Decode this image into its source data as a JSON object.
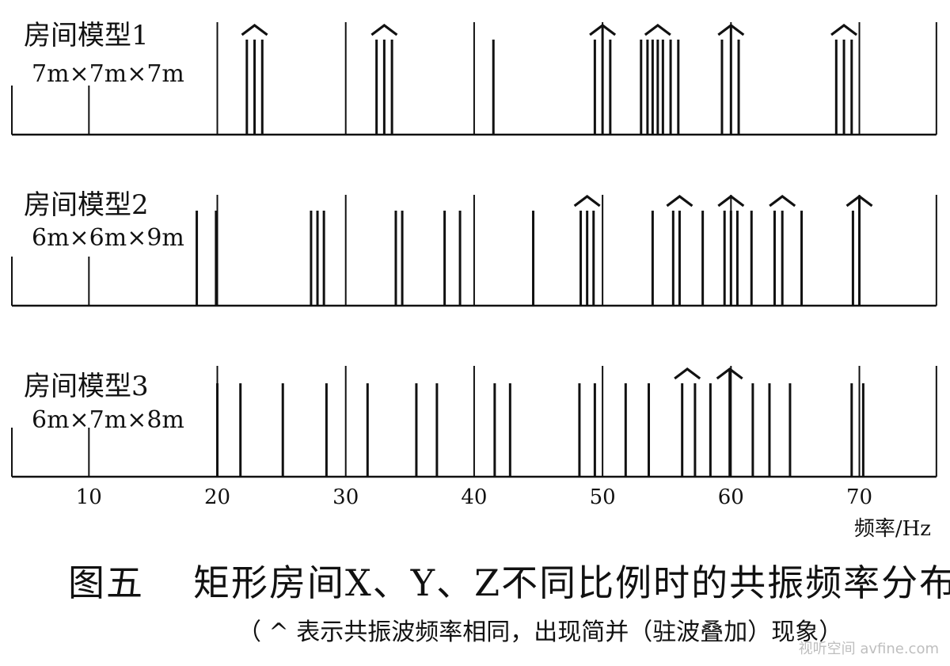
{
  "chart_data": {
    "type": "bar",
    "xlabel": "频率/Hz",
    "xlim": [
      4,
      76
    ],
    "x_ticks": [
      10,
      20,
      30,
      40,
      50,
      60,
      70
    ],
    "x_tick_labels": [
      "10",
      "20",
      "30",
      "40",
      "50",
      "60",
      "70"
    ],
    "reference_lines": [
      4,
      10,
      20,
      30,
      40,
      50,
      60,
      70,
      76
    ],
    "panels": [
      {
        "name": "房间模型1",
        "dimensions": "7m×7m×7m",
        "resonances": [
          22.3,
          22.9,
          23.5,
          32.4,
          33.0,
          33.6,
          41.5,
          49.4,
          50.0,
          50.6,
          53.0,
          53.5,
          53.9,
          54.3,
          54.7,
          55.3,
          55.9,
          59.3,
          60.0,
          60.6,
          68.2,
          68.8,
          69.4
        ],
        "coincident_markers": [
          {
            "x": 22.9,
            "type": "cap"
          },
          {
            "x": 33.0,
            "type": "cap"
          },
          {
            "x": 50.0,
            "type": "arrow"
          },
          {
            "x": 54.3,
            "type": "cap"
          },
          {
            "x": 60.0,
            "type": "arrow"
          },
          {
            "x": 68.8,
            "type": "cap"
          }
        ]
      },
      {
        "name": "房间模型2",
        "dimensions": "6m×6m×9m",
        "resonances": [
          18.4,
          19.9,
          27.3,
          27.8,
          28.3,
          33.9,
          34.4,
          37.7,
          38.9,
          44.6,
          48.3,
          48.8,
          49.3,
          53.9,
          55.5,
          56.0,
          57.8,
          59.5,
          60.0,
          60.5,
          61.6,
          63.4,
          64.0,
          65.5,
          69.5,
          70.0
        ],
        "coincident_markers": [
          {
            "x": 48.8,
            "type": "cap"
          },
          {
            "x": 56.0,
            "type": "cap"
          },
          {
            "x": 60.0,
            "type": "cap"
          },
          {
            "x": 64.0,
            "type": "cap"
          },
          {
            "x": 70.0,
            "type": "arrow"
          }
        ]
      },
      {
        "name": "房间模型3",
        "dimensions": "6m×7m×8m",
        "resonances": [
          20.0,
          21.8,
          25.1,
          28.5,
          31.7,
          35.5,
          37.1,
          41.6,
          42.8,
          48.2,
          49.4,
          51.8,
          53.6,
          56.2,
          57.2,
          58.4,
          59.9,
          61.7,
          63.0,
          64.6,
          69.4,
          70.3
        ],
        "coincident_markers": [
          {
            "x": 56.6,
            "type": "cap"
          },
          {
            "x": 59.9,
            "type": "arrow"
          }
        ]
      }
    ]
  },
  "caption": {
    "figure_number": "图五",
    "title": "矩形房间X、Y、Z不同比例时的共振频率分布",
    "note": "（ ^ 表示共振波频率相同，出现简并（驻波叠加）现象）"
  },
  "watermark": "视听空间 avfine.com"
}
